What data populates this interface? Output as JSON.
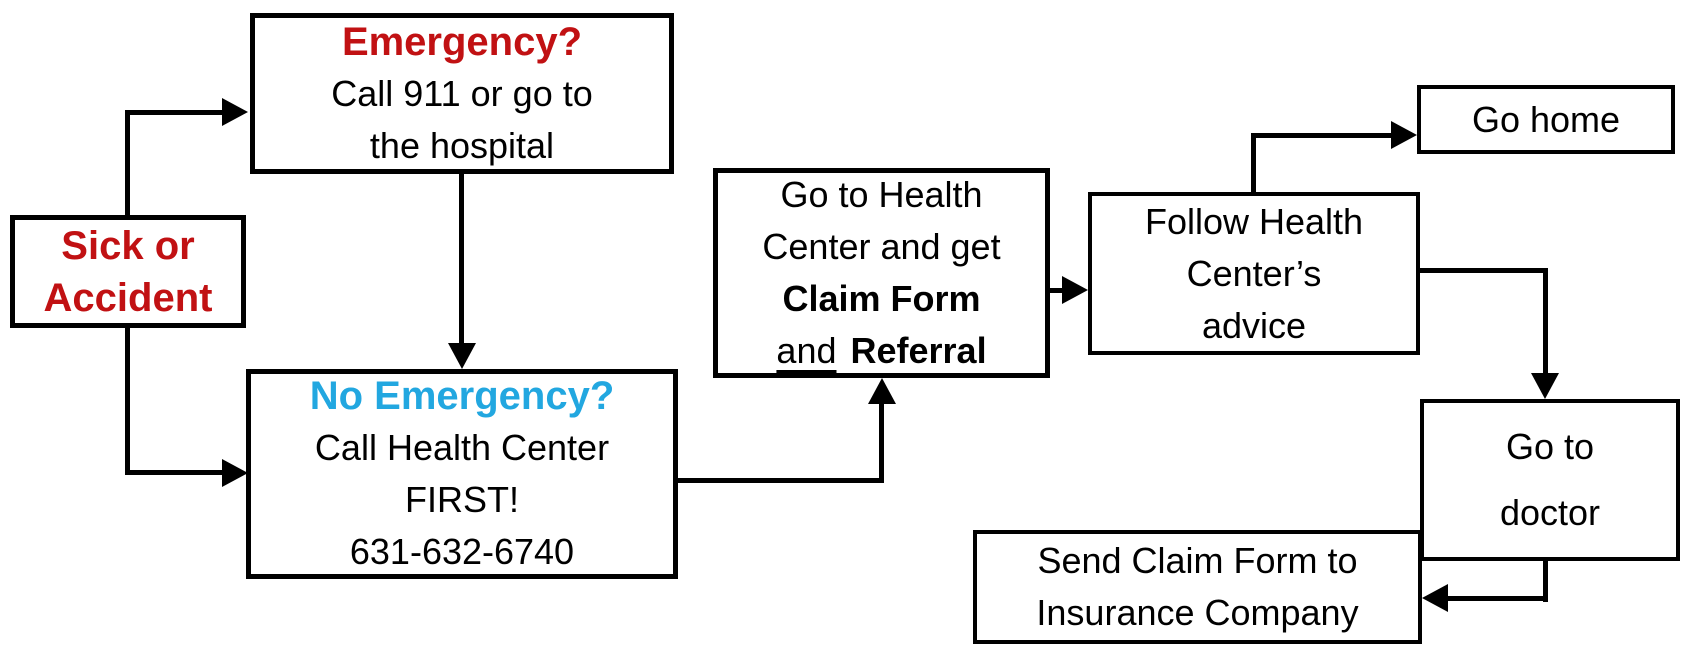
{
  "title": "Sick or Accident health-care flowchart",
  "colors": {
    "red": "#c11113",
    "blue": "#22a7e0",
    "line": "#000000",
    "background": "#ffffff"
  },
  "boxes": {
    "sick": {
      "line1": "Sick or",
      "line2": "Accident"
    },
    "emergency": {
      "heading": "Emergency?",
      "line1": "Call 911 or go to",
      "line2": "the hospital"
    },
    "no_emergency": {
      "heading": "No Emergency?",
      "line1": "Call Health Center",
      "line2": "FIRST!",
      "line3": "631-632-6740"
    },
    "health_center": {
      "line1": "Go to Health",
      "line2": "Center and get",
      "line3": "Claim Form",
      "line4_and": "and",
      "line4_referral": "Referral"
    },
    "follow": {
      "line1": "Follow Health",
      "line2": "Center’s",
      "line3": "advice"
    },
    "go_home": {
      "line1": "Go home"
    },
    "go_doctor": {
      "line1": "Go to",
      "line2": "doctor"
    },
    "send_claim": {
      "line1": "Send Claim Form to",
      "line2": "Insurance Company"
    }
  },
  "arrows": [
    {
      "from": "sick",
      "to": "emergency"
    },
    {
      "from": "sick",
      "to": "no_emergency"
    },
    {
      "from": "emergency",
      "to": "no_emergency"
    },
    {
      "from": "no_emergency",
      "to": "health_center"
    },
    {
      "from": "health_center",
      "to": "follow"
    },
    {
      "from": "follow",
      "to": "go_home"
    },
    {
      "from": "follow",
      "to": "go_doctor"
    },
    {
      "from": "go_doctor",
      "to": "send_claim"
    }
  ]
}
